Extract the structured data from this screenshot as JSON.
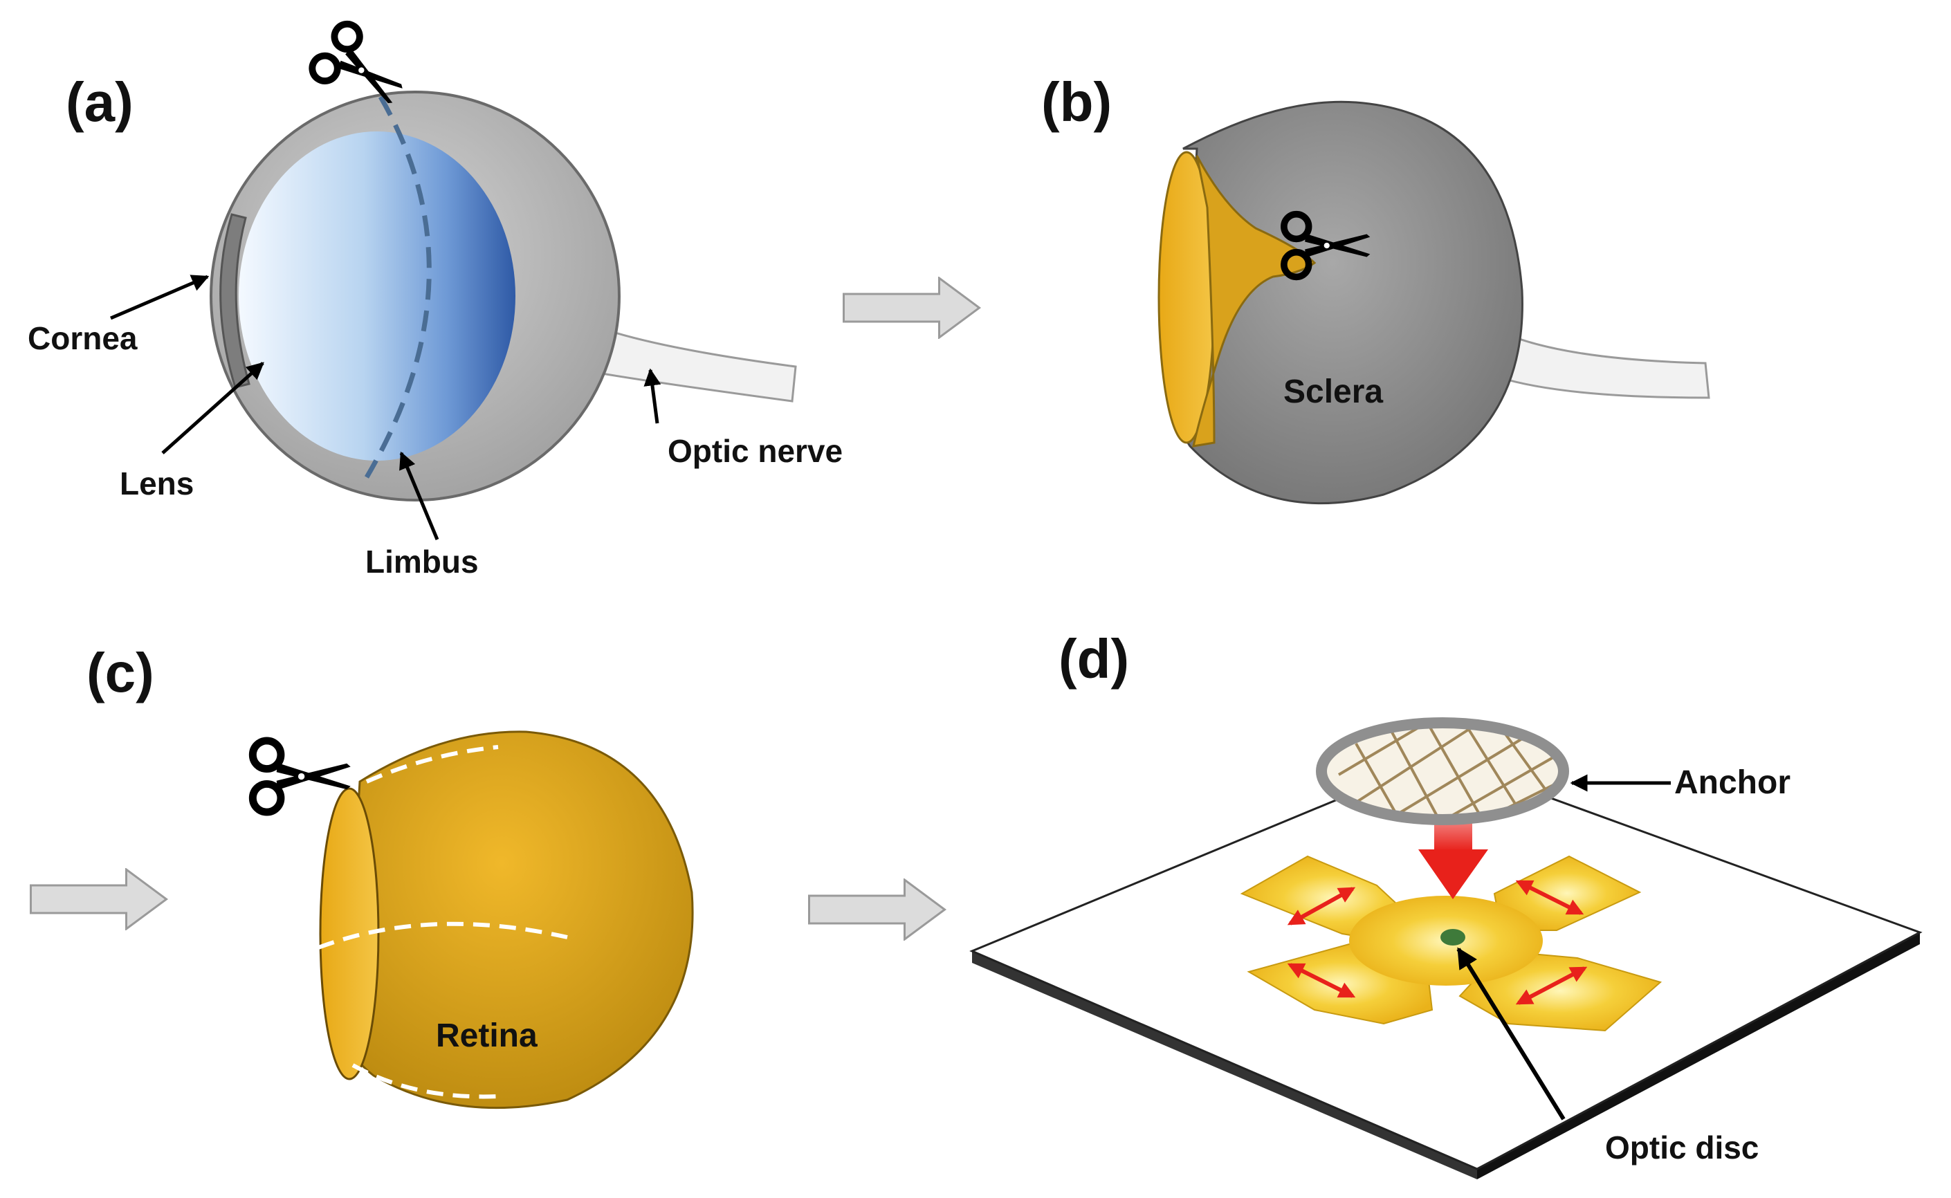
{
  "panels": {
    "a": {
      "label": "(a)",
      "callouts": {
        "cornea": "Cornea",
        "lens": "Lens",
        "limbus": "Limbus",
        "optic_nerve": "Optic nerve"
      }
    },
    "b": {
      "label": "(b)",
      "callouts": {
        "sclera": "Sclera"
      }
    },
    "c": {
      "label": "(c)",
      "callouts": {
        "retina": "Retina"
      }
    },
    "d": {
      "label": "(d)",
      "callouts": {
        "anchor": "Anchor",
        "optic_disc": "Optic disc"
      }
    }
  },
  "icons": [
    "scissors-icon",
    "flow-arrow-icon",
    "spreading-arrow-icon",
    "press-down-arrow-icon"
  ],
  "colors": {
    "sclera_gray": "#9a9a9a",
    "lens_blue": "#6f9ad6",
    "retina_gold": "#d9a21c",
    "flatmount_yellow": "#f3c41f",
    "optic_disc_green": "#3e7a3a",
    "spread_arrow_red": "#e8211b",
    "flow_arrow_gray": "#dcdcdc"
  }
}
